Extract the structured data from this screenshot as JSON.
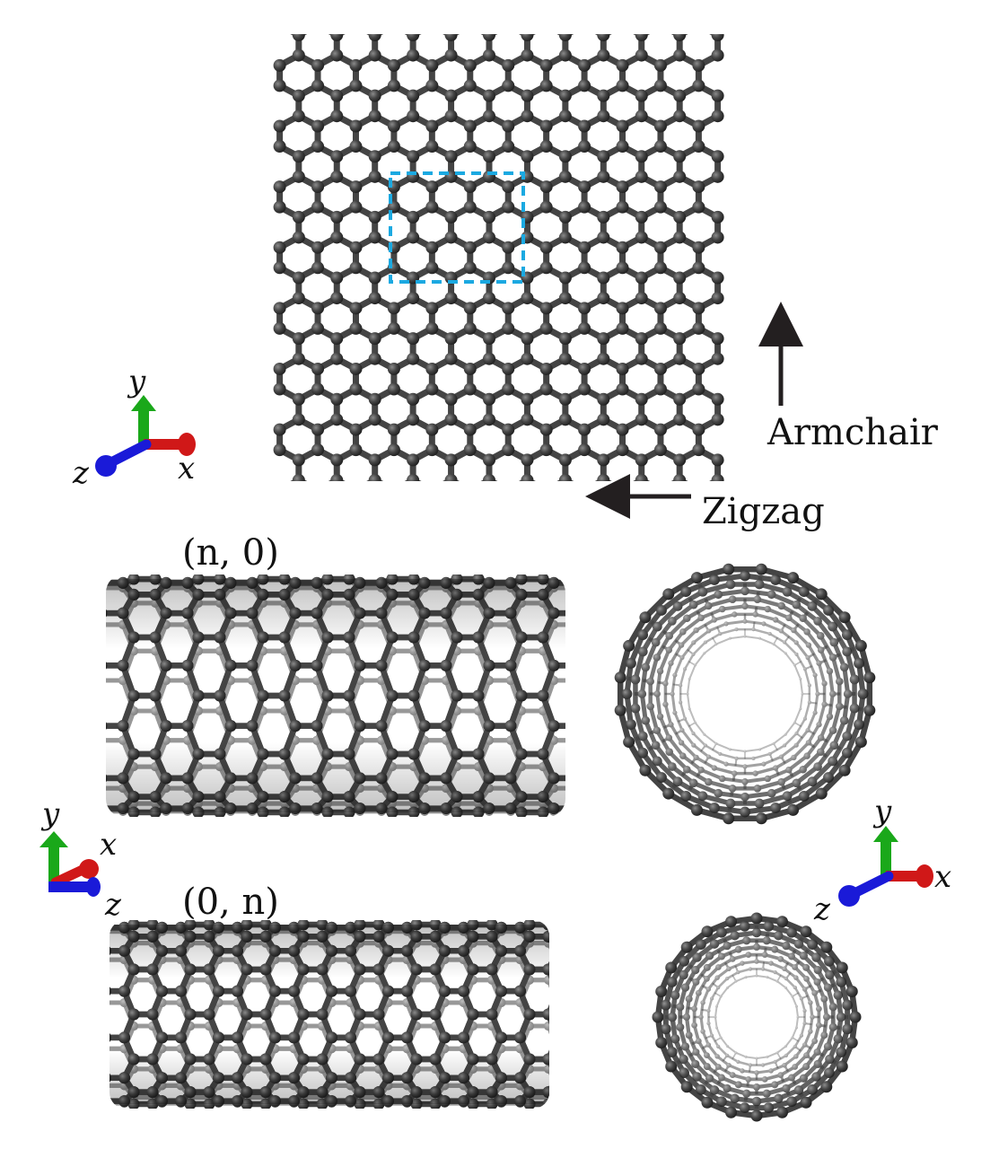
{
  "sheet": {
    "armchair_label": "Armchair",
    "zigzag_label": "Zigzag",
    "highlight_color": "#1ba9e1"
  },
  "tubes": {
    "zigzag_label": "(n, 0)",
    "armchair_label": "(0, n)"
  },
  "axes": {
    "x": "x",
    "y": "y",
    "z": "z",
    "x_color": "#d01818",
    "y_color": "#1aa81a",
    "z_color": "#1a1ad8"
  },
  "colors": {
    "atom": "#3d3d3d",
    "bond": "#444444",
    "arrow": "#231f20"
  }
}
